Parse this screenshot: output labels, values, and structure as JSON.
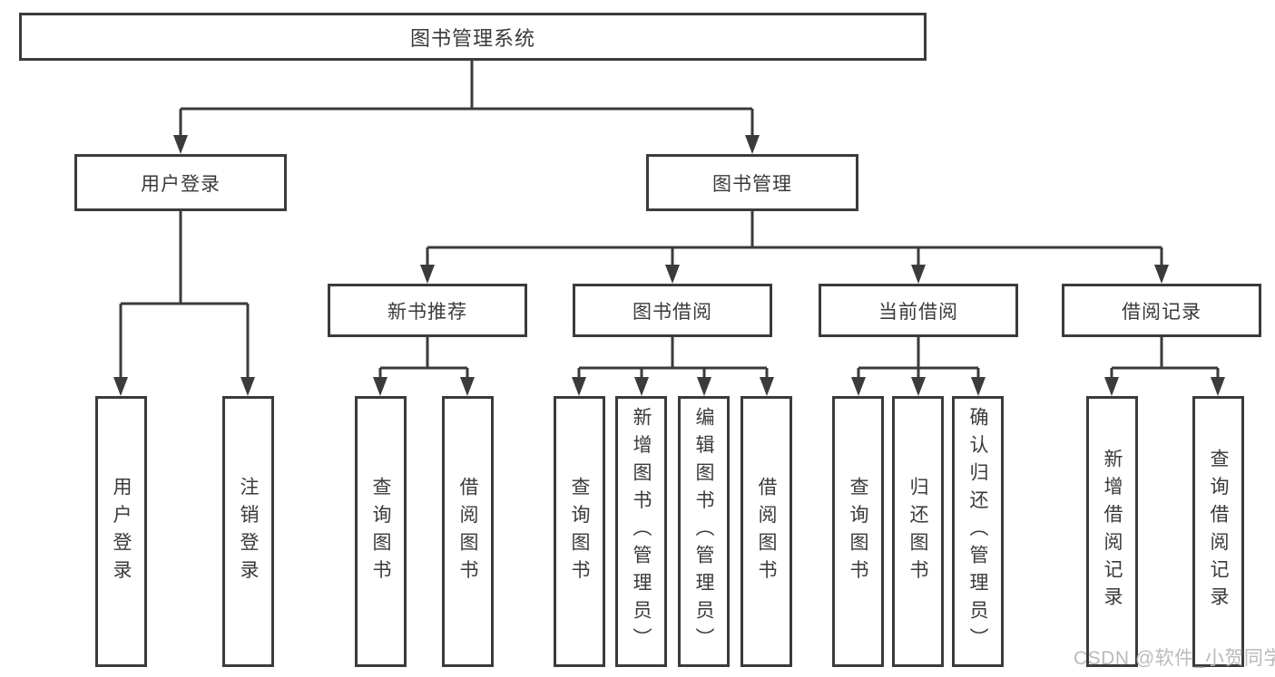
{
  "diagram": {
    "tree": {
      "root": {
        "label": "图书管理系统"
      },
      "branches": [
        {
          "label": "用户登录",
          "children": [
            {
              "label": "用户登录"
            },
            {
              "label": "注销登录"
            }
          ]
        },
        {
          "label": "图书管理",
          "children": [
            {
              "label": "新书推荐",
              "children": [
                {
                  "label": "查询图书"
                },
                {
                  "label": "借阅图书"
                }
              ]
            },
            {
              "label": "图书借阅",
              "children": [
                {
                  "label": "查询图书"
                },
                {
                  "label": "新增图书（管理员）"
                },
                {
                  "label": "编辑图书（管理员）"
                },
                {
                  "label": "借阅图书"
                }
              ]
            },
            {
              "label": "当前借阅",
              "children": [
                {
                  "label": "查询图书"
                },
                {
                  "label": "归还图书"
                },
                {
                  "label": "确认归还（管理员）"
                }
              ]
            },
            {
              "label": "借阅记录",
              "children": [
                {
                  "label": "新增借阅记录"
                },
                {
                  "label": "查询借阅记录"
                }
              ]
            }
          ]
        }
      ]
    },
    "watermark": {
      "text": "CSDN @软件_小贺同学"
    },
    "colors": {
      "line": "#3b3b3b",
      "box_border": "#3b3b3b",
      "text": "#3a3a3a",
      "watermark": "#b5b5b5",
      "background": "#ffffff"
    }
  }
}
